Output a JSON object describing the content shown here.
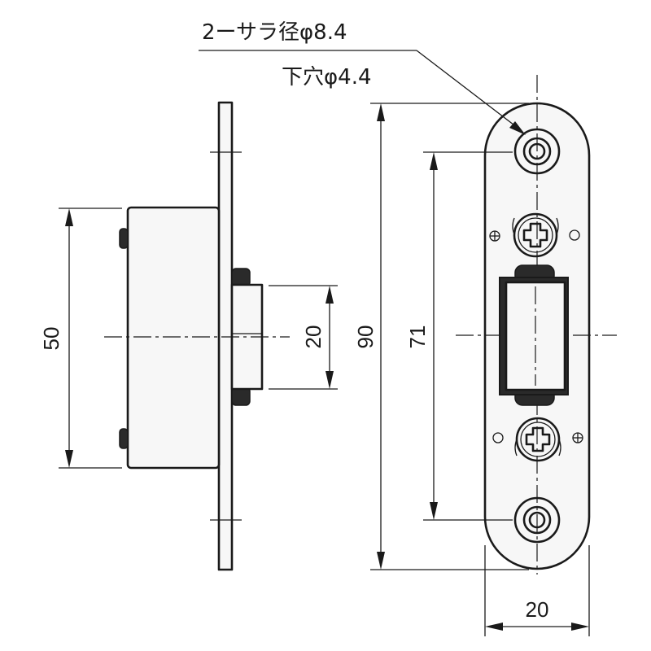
{
  "notes": {
    "countersink": "2ーサラ径φ8.4",
    "pilot_hole": "下穴φ4.4"
  },
  "dimensions": {
    "side_body_height": "50",
    "roller_height": "20",
    "plate_length": "90",
    "hole_pitch": "71",
    "plate_width": "20"
  },
  "colors": {
    "line": "#1a1a1a",
    "part_fill": "#f7f7f7"
  }
}
